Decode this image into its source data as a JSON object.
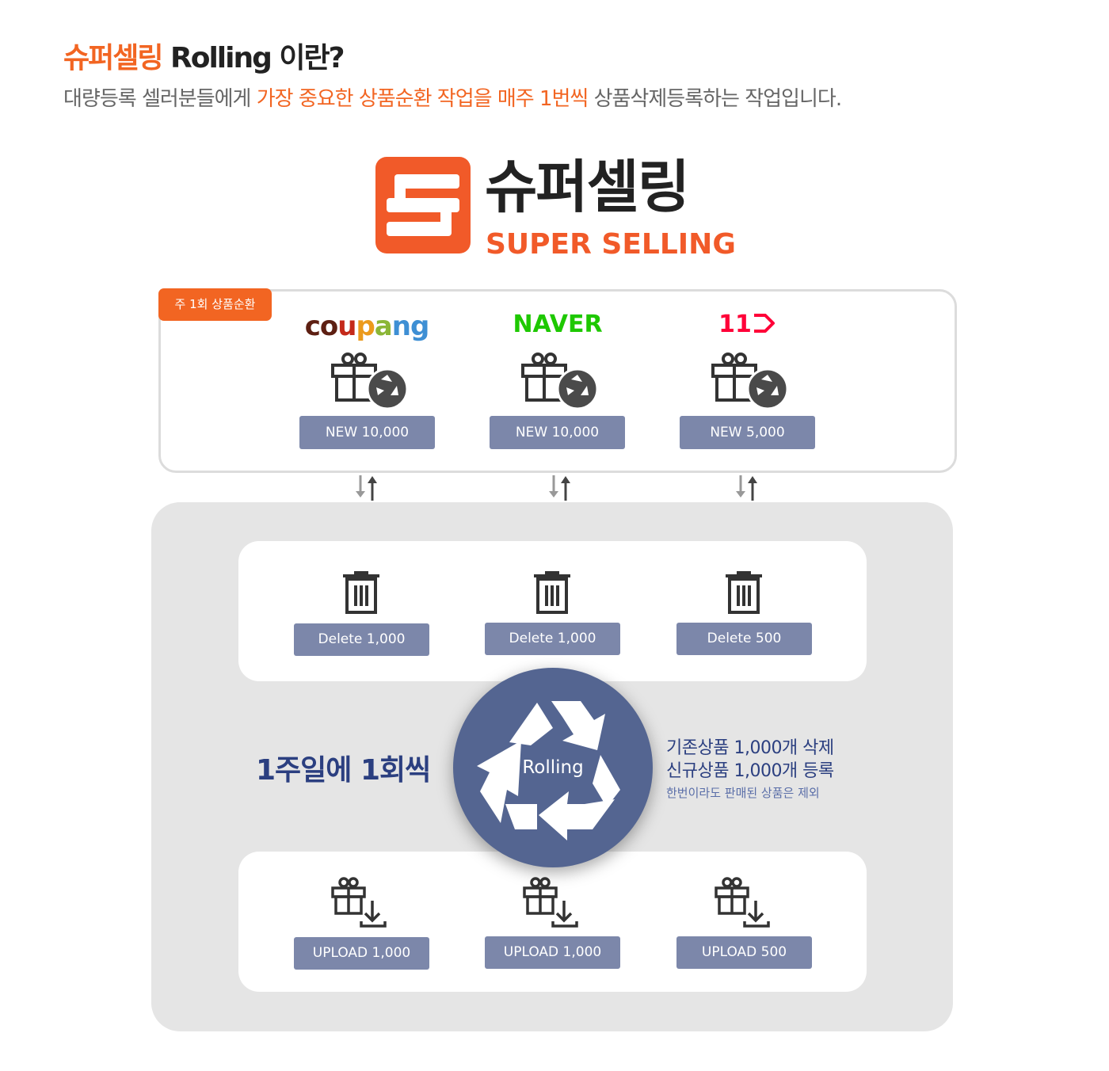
{
  "header": {
    "title_highlight": "슈퍼셀링",
    "title_rest": " Rolling 이란?",
    "subtitle_before": "대량등록 셀러분들에게 ",
    "subtitle_highlight": "가장 중요한 상품순환 작업을 매주 1번씩",
    "subtitle_after": " 상품삭제등록하는 작업입니다."
  },
  "logo": {
    "korean": "슈퍼셀링",
    "english": "SUPER SELLING"
  },
  "badge": {
    "label": "주 1회 상품순환"
  },
  "markets": [
    {
      "name": "coupang",
      "new_label": "NEW 10,000",
      "delete_label": "Delete 1,000",
      "upload_label": "UPLOAD 1,000"
    },
    {
      "name": "NAVER",
      "new_label": "NEW 10,000",
      "delete_label": "Delete 1,000",
      "upload_label": "UPLOAD 1,000"
    },
    {
      "name": "11",
      "new_label": "NEW 5,000",
      "delete_label": "Delete 500",
      "upload_label": "UPLOAD 500"
    }
  ],
  "rolling": {
    "label": "Rolling"
  },
  "frequency": {
    "label": "1주일에 1회씩"
  },
  "description": {
    "line1": "기존상품 1,000개 삭제",
    "line2": "신규상품 1,000개 등록",
    "line3": "한번이라도 판매된 상품은 제외"
  },
  "colors": {
    "accent_orange": "#f26522",
    "pill_gray_blue": "#7c87aa",
    "navy": "#546591",
    "panel_gray": "#e5e5e5"
  }
}
